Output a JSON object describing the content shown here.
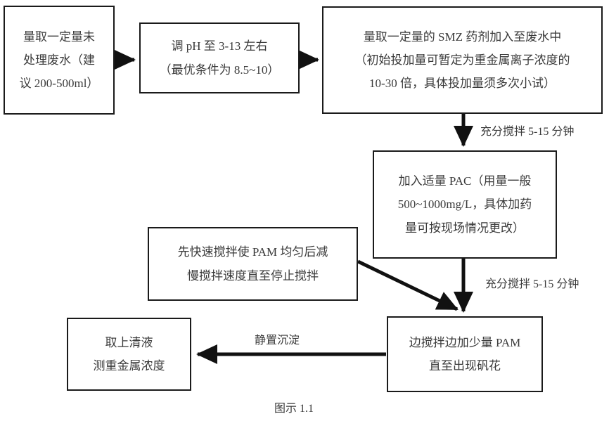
{
  "diagram": {
    "caption": "图示 1.1",
    "nodes": [
      {
        "id": "measure-wastewater",
        "lines": [
          "量取一定量未",
          "处理废水（建",
          "议 200-500ml）"
        ]
      },
      {
        "id": "adjust-ph",
        "lines": [
          "调 pH 至 3-13 左右",
          "（最优条件为 8.5~10）"
        ]
      },
      {
        "id": "add-smz",
        "lines": [
          "量取一定量的 SMZ 药剂加入至废水中",
          "（初始投加量可暂定为重金属离子浓度的",
          "10-30 倍，具体投加量须多次小试）"
        ]
      },
      {
        "id": "add-pac",
        "lines": [
          "加入适量 PAC（用量一般",
          "500~1000mg/L，具体加药",
          "量可按现场情况更改）"
        ]
      },
      {
        "id": "stir-pam-note",
        "lines": [
          "先快速搅拌使 PAM 均匀后减",
          "慢搅拌速度直至停止搅拌"
        ]
      },
      {
        "id": "add-pam",
        "lines": [
          "边搅拌边加少量 PAM",
          "直至出现矾花"
        ]
      },
      {
        "id": "take-supernatant",
        "lines": [
          "取上清液",
          "测重金属浓度"
        ]
      }
    ],
    "edge_labels": [
      {
        "id": "stir-after-smz",
        "text": "充分搅拌 5-15 分钟"
      },
      {
        "id": "stir-after-pac",
        "text": "充分搅拌 5-15 分钟"
      },
      {
        "id": "settle",
        "text": "静置沉淀"
      }
    ],
    "colors": {
      "stroke": "#1a1a1a",
      "text": "#3a3a3a",
      "background": "#ffffff"
    }
  }
}
